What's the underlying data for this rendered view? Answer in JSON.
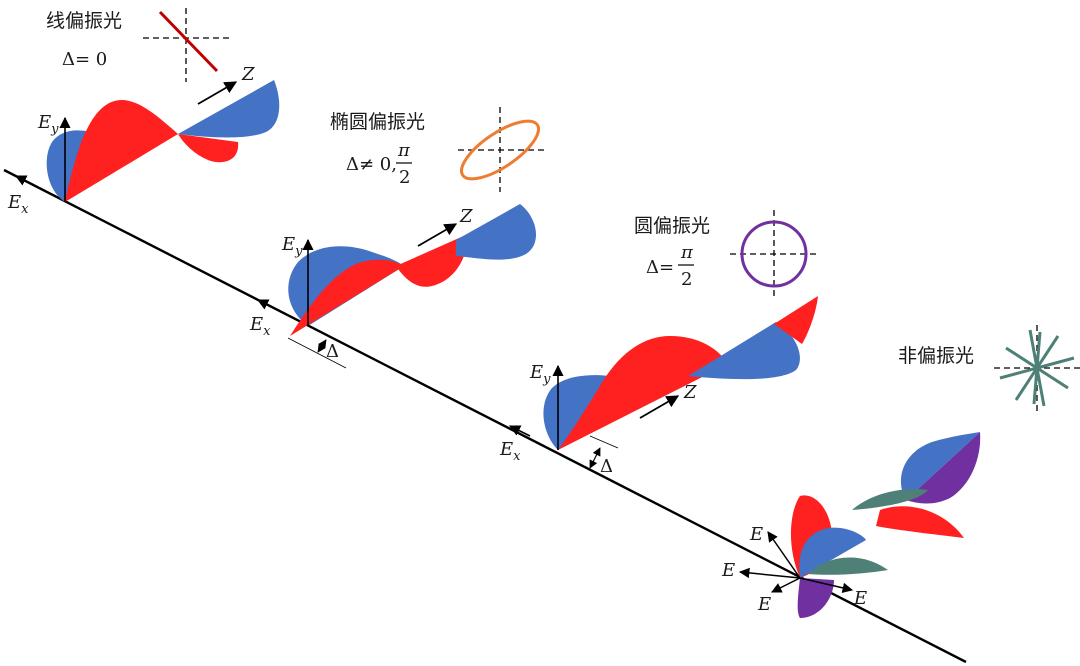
{
  "colors": {
    "red": "#ff2020",
    "blue": "#4472c4",
    "teal": "#4e8078",
    "purple": "#7030a0",
    "dark_red": "#c00000",
    "orange": "#ed7d31",
    "ink": "#000000"
  },
  "axis_labels": {
    "ex": "E",
    "ex_sub": "x",
    "ey": "E",
    "ey_sub": "y",
    "z": "Z",
    "e": "E",
    "delta": "Δ"
  },
  "linear": {
    "title": "线偏振光",
    "phase": "Δ= 0",
    "icon": "line-icon"
  },
  "elliptical": {
    "title": "椭圆偏振光",
    "phase_prefix": "Δ≠ 0,",
    "frac_num": "π",
    "frac_den": "2",
    "icon": "ellipse-icon"
  },
  "circular": {
    "title": "圆偏振光",
    "phase_prefix": "Δ=",
    "frac_num": "π",
    "frac_den": "2",
    "icon": "circle-icon"
  },
  "unpolarized": {
    "title": "非偏振光",
    "icon": "starburst-icon"
  }
}
